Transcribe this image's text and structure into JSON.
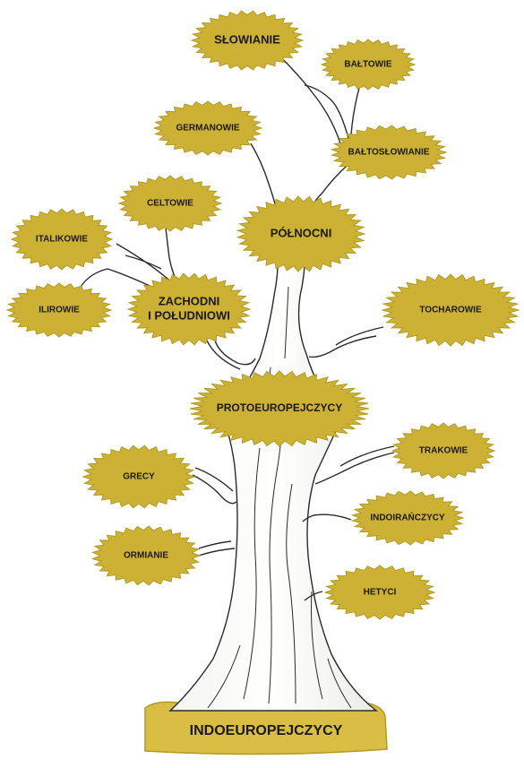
{
  "tree": {
    "root": "INDOEUROPEJCZYCY",
    "proto": "PROTOEUROPEJCZYCY",
    "north": "PÓŁNOCNI",
    "west_south_line1": "ZACHODNI",
    "west_south_line2": "I POŁUDNIOWI",
    "slavs": "SŁOWIANIE",
    "balts": "BAŁTOWIE",
    "germans": "GERMANOWIE",
    "balto_slavs": "BAŁTOSŁOWIANIE",
    "celts": "CELTOWIE",
    "italics": "ITALIKOWIE",
    "illyrians": "ILIROWIE",
    "tocharians": "TOCHAROWIE",
    "thracians": "TRAKOWIE",
    "greeks": "GRECY",
    "indo_iranians": "INDOIRAŃCZYCY",
    "armenians": "ORMIANIE",
    "hittites": "HETYCI"
  },
  "colors": {
    "leaf": "#cdb134",
    "leaf_edge": "#b39a22",
    "ground": "#d9bd45",
    "trunk_stroke": "#2b2b2b",
    "text": "#1a1a14"
  }
}
